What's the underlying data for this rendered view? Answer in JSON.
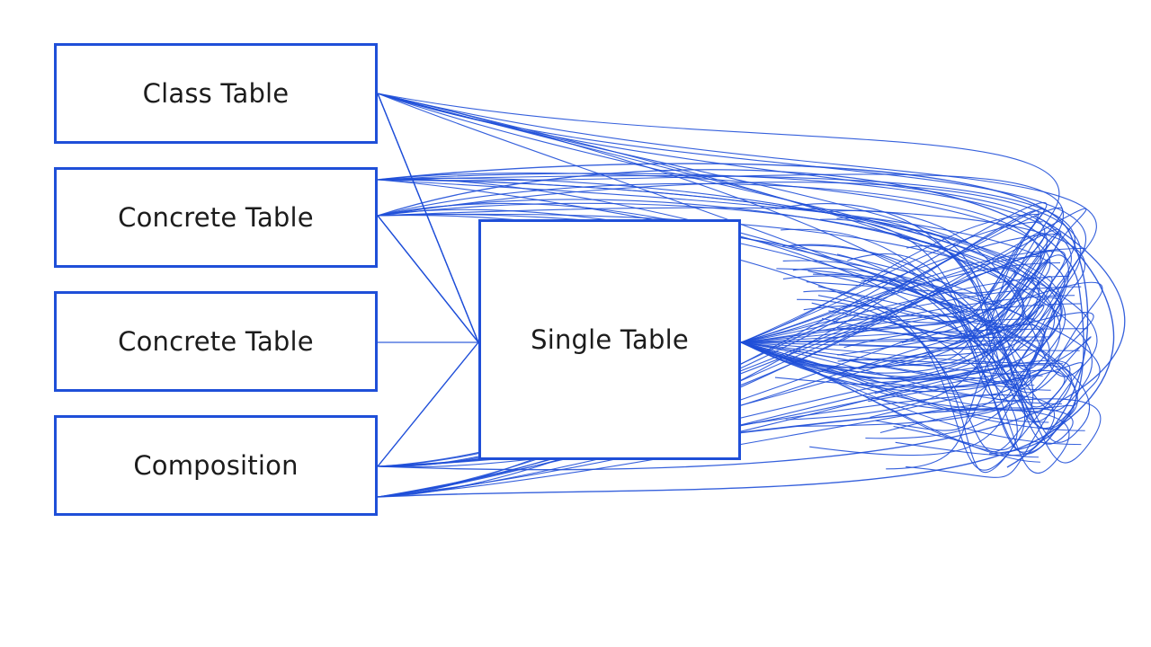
{
  "diagram": {
    "accent_color": "#1f4fd8",
    "text_color": "#1c1c1c",
    "source_boxes": [
      {
        "label": "Class Table"
      },
      {
        "label": "Concrete Table"
      },
      {
        "label": "Concrete Table"
      },
      {
        "label": "Composition"
      }
    ],
    "center_box": {
      "label": "Single Table"
    },
    "tangle_curve_count": 60
  }
}
